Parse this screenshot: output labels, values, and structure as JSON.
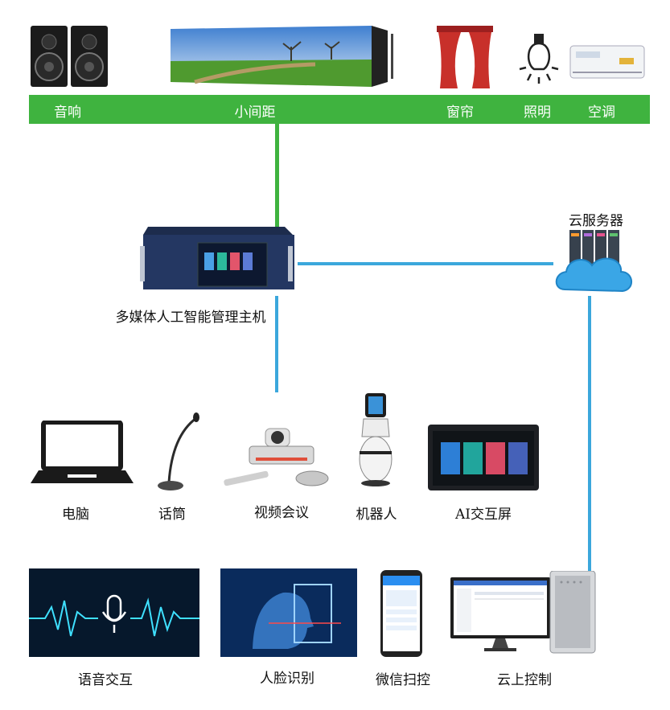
{
  "top_bar": {
    "items": [
      "音响",
      "小间距",
      "窗帘",
      "照明",
      "空调"
    ]
  },
  "hub": {
    "label": "多媒体人工智能管理主机"
  },
  "cloud": {
    "label": "云服务器"
  },
  "devices": [
    "电脑",
    "话筒",
    "视频会议",
    "机器人",
    "AI交互屏"
  ],
  "features": [
    "语音交互",
    "人脸识别",
    "微信扫控",
    "云上控制"
  ],
  "colors": {
    "green": "#3fb33f",
    "blue": "#3ba7dc"
  }
}
